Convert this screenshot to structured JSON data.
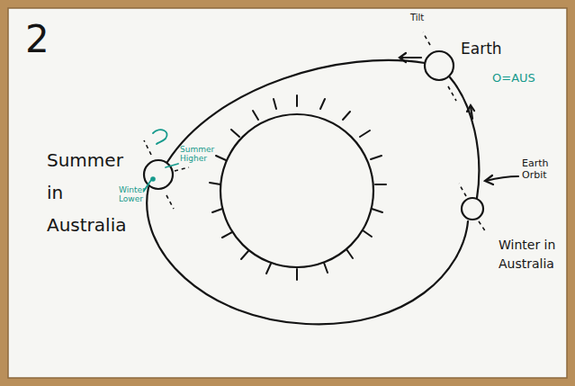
{
  "diagram": {
    "labels": [
      "2",
      "Tilt",
      "Earth",
      "O=AUS",
      "Earth Orbit",
      "Summer in Australia",
      "Summer Higher",
      "Winter Lower",
      "Winter in Australia"
    ]
  }
}
